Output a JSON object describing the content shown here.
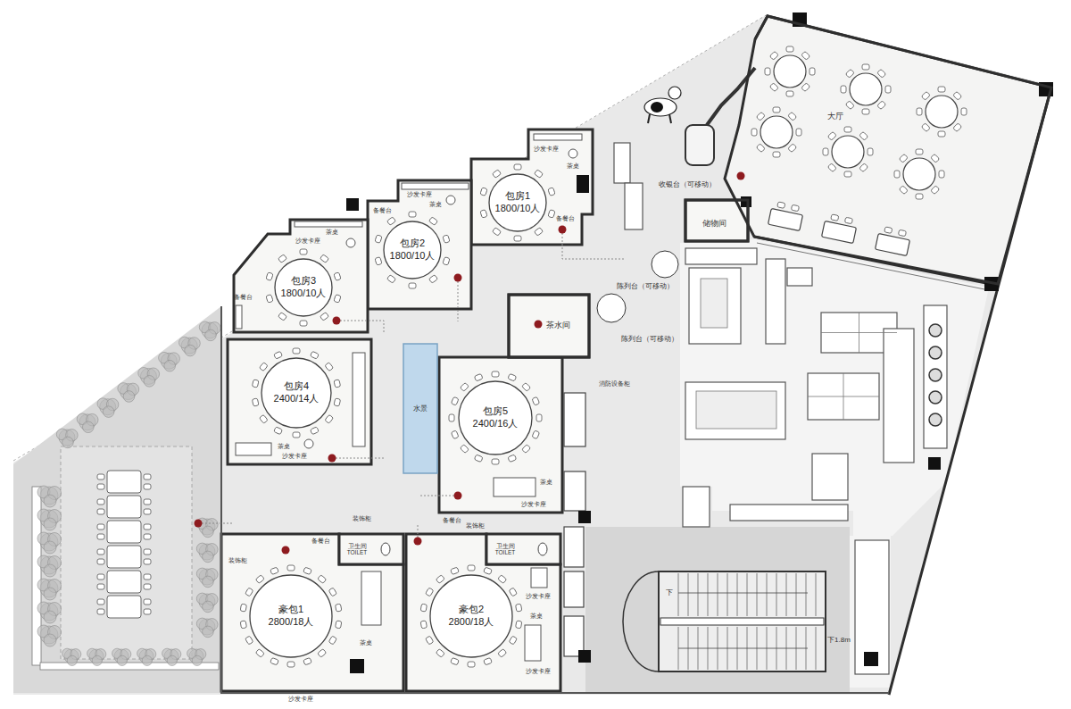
{
  "diagram": {
    "nodes": [
      {
        "text": [
          "大厅"
        ]
      },
      {
        "text": [
          "包房1",
          "1800/10人"
        ]
      },
      {
        "text": [
          "储物间"
        ]
      },
      {
        "text": [
          "包房2",
          "1800/10人"
        ]
      },
      {
        "text": [
          "包房3",
          "1800/10人"
        ]
      },
      {
        "text": [
          "茶水间"
        ]
      },
      {
        "text": [
          "水景"
        ]
      },
      {
        "text": [
          "包房4",
          "2400/14人"
        ]
      },
      {
        "text": [
          "包房5",
          "2400/16人"
        ]
      },
      {
        "text": [
          "卫生间 TOILET"
        ]
      },
      {
        "text": [
          "卫生间 TOILET"
        ]
      },
      {
        "text": [
          "豪包1",
          "2800/18人"
        ]
      },
      {
        "text": [
          "豪包2",
          "2800/18人"
        ]
      }
    ],
    "labels": [
      "收银台（可移动）",
      "陈列台（可移动）",
      "陈列台（可移动）",
      "沙发卡座",
      "茶桌",
      "备餐台",
      "沙发卡座",
      "茶桌",
      "备餐台",
      "沙发卡座",
      "茶桌",
      "备餐台",
      "消防设备柜",
      "茶桌",
      "沙发卡座",
      "茶桌",
      "沙发卡座",
      "装饰柜",
      "装饰柜",
      "备餐台",
      "备餐台",
      "装饰柜",
      "茶桌",
      "沙发卡座",
      "沙发卡座",
      "茶桌",
      "沙发卡座",
      "下",
      "下1.8m"
    ]
  }
}
